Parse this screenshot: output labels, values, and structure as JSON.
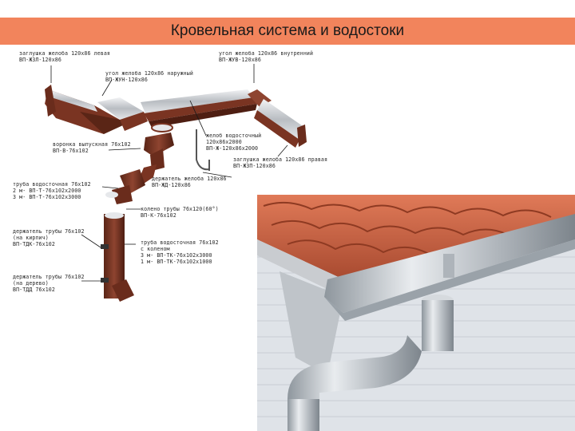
{
  "header": {
    "title": "Кровельная система и водостоки",
    "bar_color": "#f2845c"
  },
  "labels": [
    {
      "id": "end-cap-left",
      "lines": [
        "заглушка желоба 120х86 левая",
        "ВП-ЖЗЛ-120х86"
      ]
    },
    {
      "id": "inner-corner",
      "lines": [
        "угол желоба 120х86 внутренний",
        "ВП-ЖУВ-120х86"
      ]
    },
    {
      "id": "outer-corner",
      "lines": [
        "угол желоба 120х86 наружный",
        "ВП-ЖУН-120х86"
      ]
    },
    {
      "id": "funnel",
      "lines": [
        "воронка выпускная 76х102",
        "ВП-В-76х102"
      ]
    },
    {
      "id": "gutter",
      "lines": [
        "желоб водосточный",
        "120х86х2000",
        "ВП-Ж-120х86х2000"
      ]
    },
    {
      "id": "end-cap-right",
      "lines": [
        "заглушка желоба 120х86 правая",
        "ВП-ЖЗП-120х86"
      ]
    },
    {
      "id": "gutter-holder",
      "lines": [
        "держатель желоба 120х86",
        "ВП-ЖД-120х86"
      ]
    },
    {
      "id": "downpipe",
      "lines": [
        "труба водосточная 76х102",
        "2 м- ВП-Т-76х102х2000",
        "3 м- ВП-Т-76х102х3000"
      ]
    },
    {
      "id": "elbow",
      "lines": [
        "колено трубы 76х120(60°)",
        "ВП-К-76х102"
      ]
    },
    {
      "id": "pipe-holder-brick",
      "lines": [
        "держатель трубы 76х102",
        "(на кирпич)",
        "ВП-ТДК-76х102"
      ]
    },
    {
      "id": "downpipe-elbow",
      "lines": [
        "труба водосточная 76х102",
        "с коленом",
        "3 м- ВП-ТК-76х102х3000",
        "1 м- ВП-ТК-76х102х1000"
      ]
    },
    {
      "id": "pipe-holder-wood",
      "lines": [
        "держатель трубы 76х102",
        "(на дерево)",
        "ВП-ТДД 76х102"
      ]
    }
  ],
  "colors": {
    "brown": "#7a3422",
    "brown_dark": "#4e1e12",
    "silver": "#c9ccd0",
    "tile": "#c9603f",
    "wall": "#d9dde2"
  }
}
